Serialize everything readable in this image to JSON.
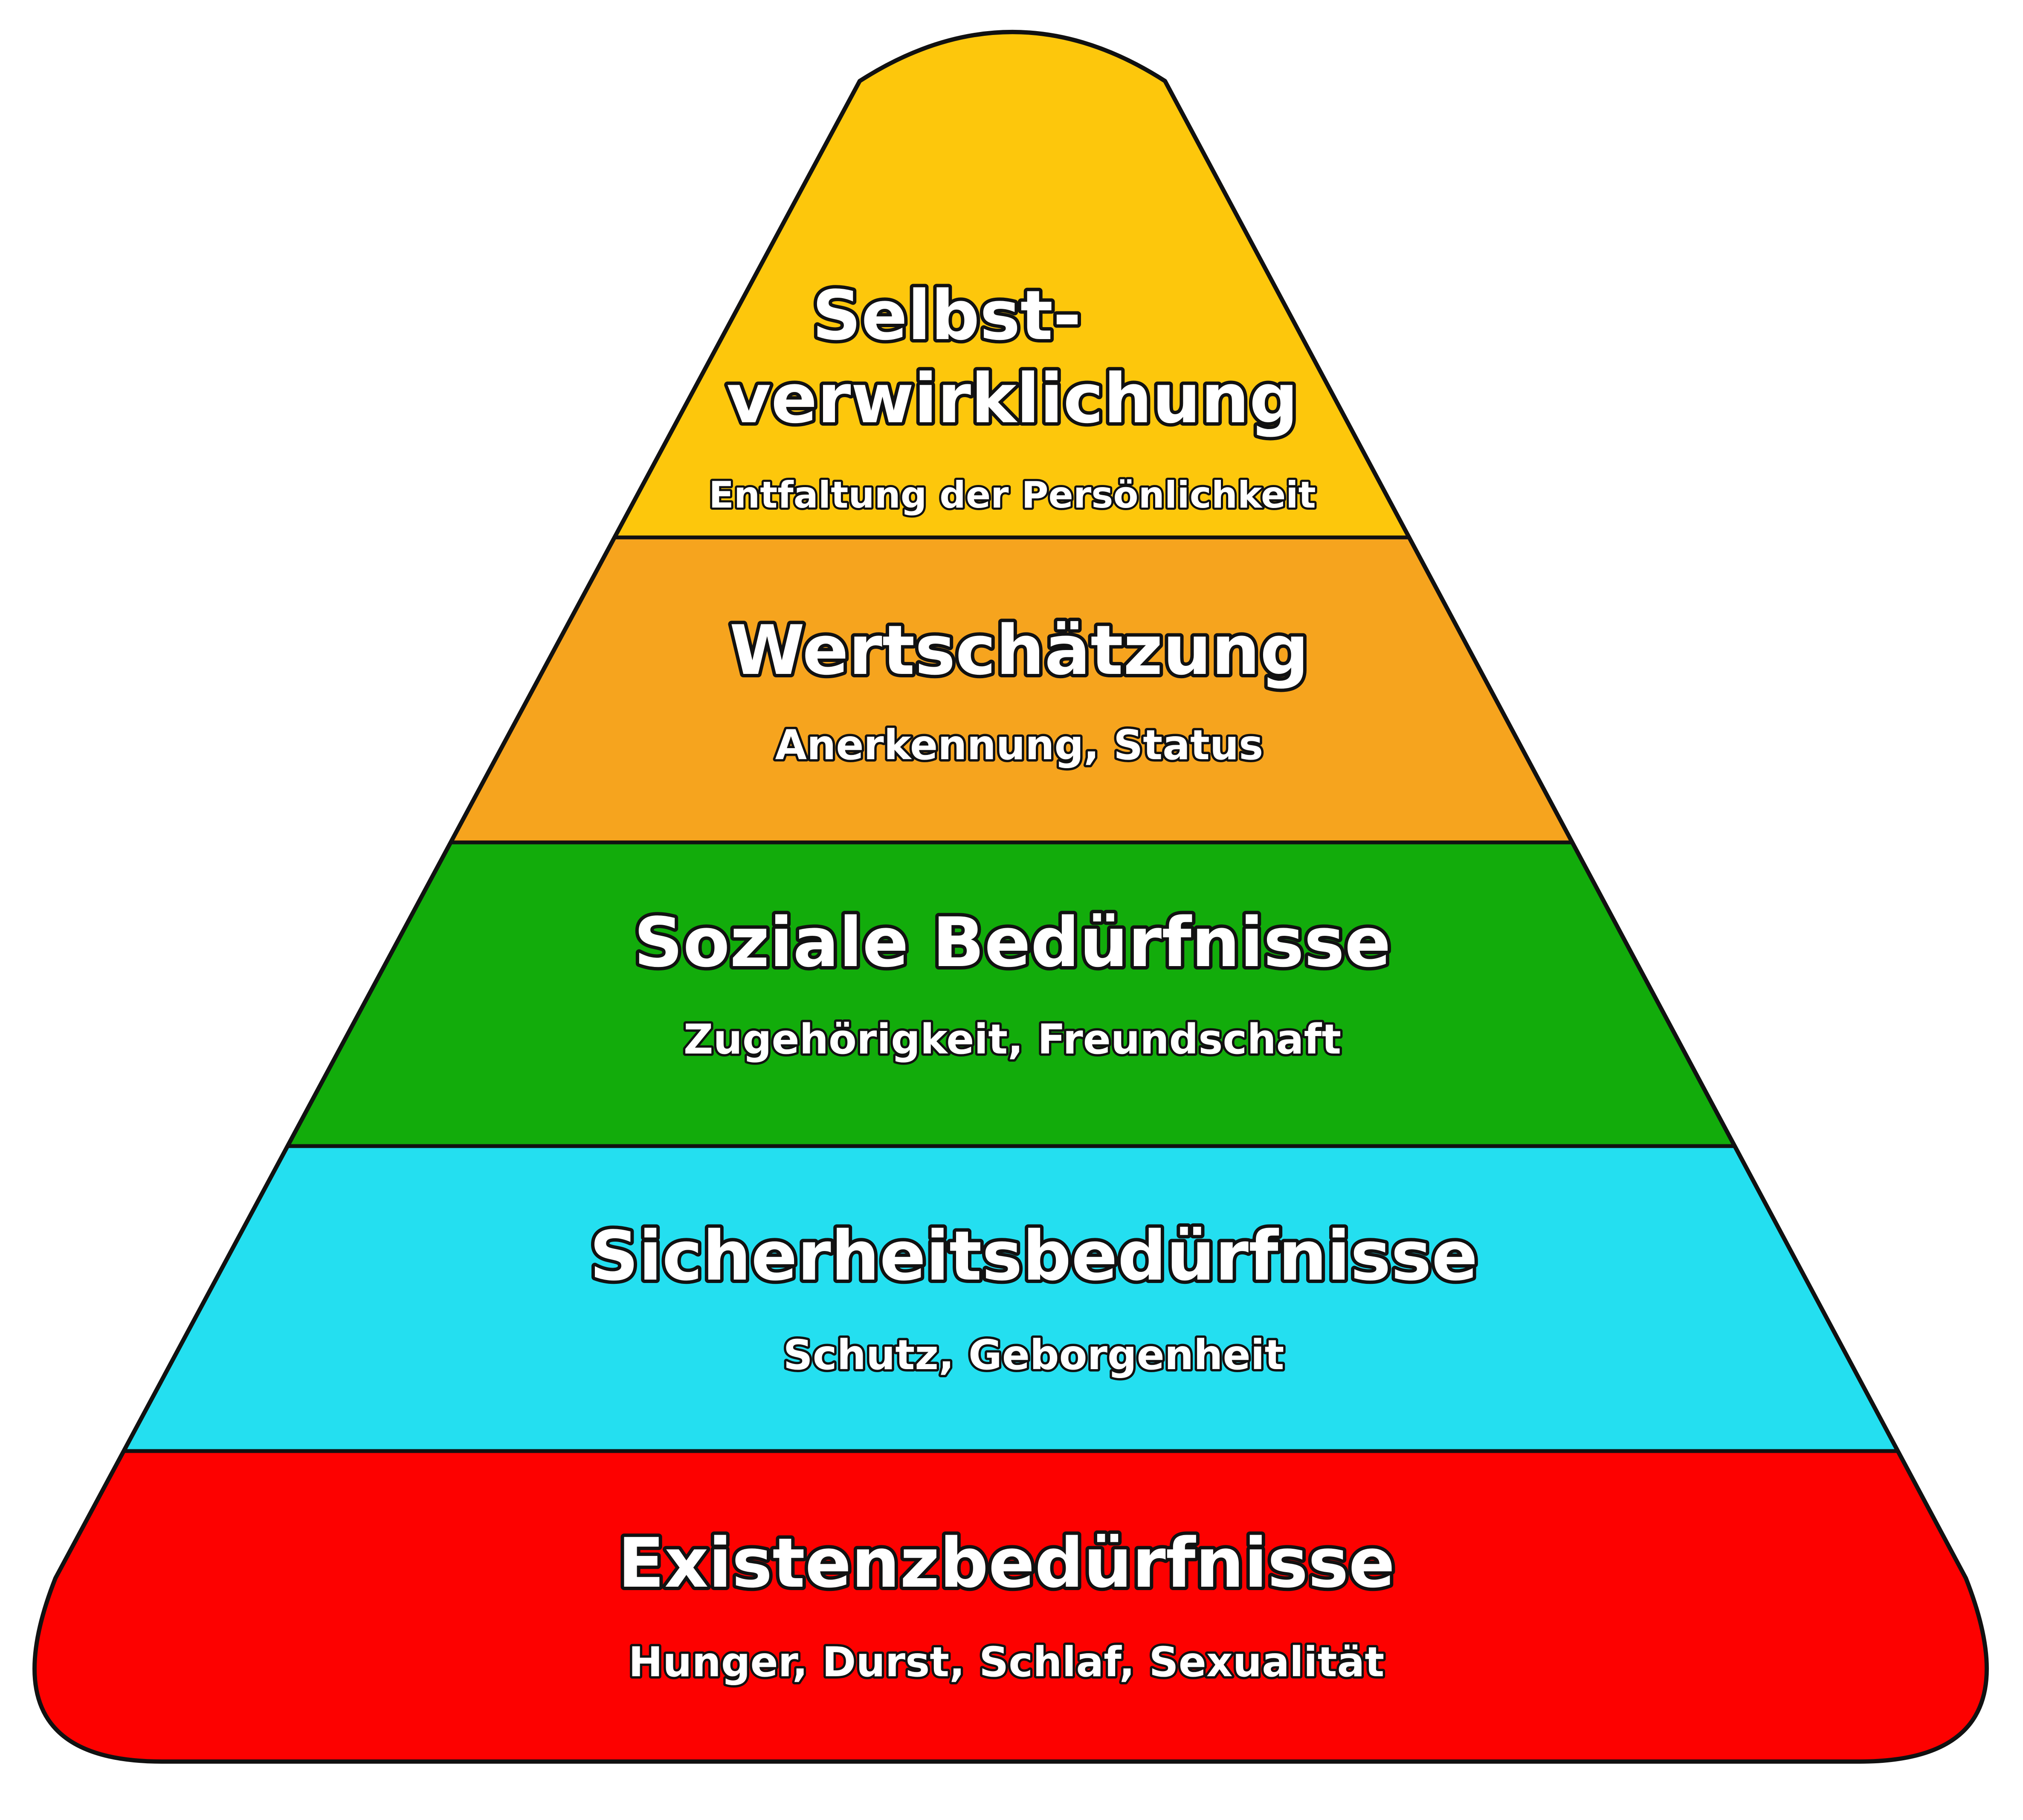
{
  "pyramid": {
    "levels": [
      {
        "title_lines": [
          "Selbst-",
          "verwirklichung"
        ],
        "subtitle": "Entfaltung der Persönlichkeit",
        "color": "#FDC70C"
      },
      {
        "title_lines": [
          "Wertschätzung"
        ],
        "subtitle": "Anerkennung, Status",
        "color": "#F6A41E"
      },
      {
        "title_lines": [
          "Soziale Bedürfnisse"
        ],
        "subtitle": "Zugehörigkeit, Freundschaft",
        "color": "#12AC0B"
      },
      {
        "title_lines": [
          "Sicherheitsbedürfnisse"
        ],
        "subtitle": "Schutz, Geborgenheit",
        "color": "#24DFF0"
      },
      {
        "title_lines": [
          "Existenzbedürfnisse"
        ],
        "subtitle": "Hunger, Durst, Schlaf, Sexualität",
        "color": "#FD0100"
      }
    ],
    "outline_color": "#111111"
  }
}
